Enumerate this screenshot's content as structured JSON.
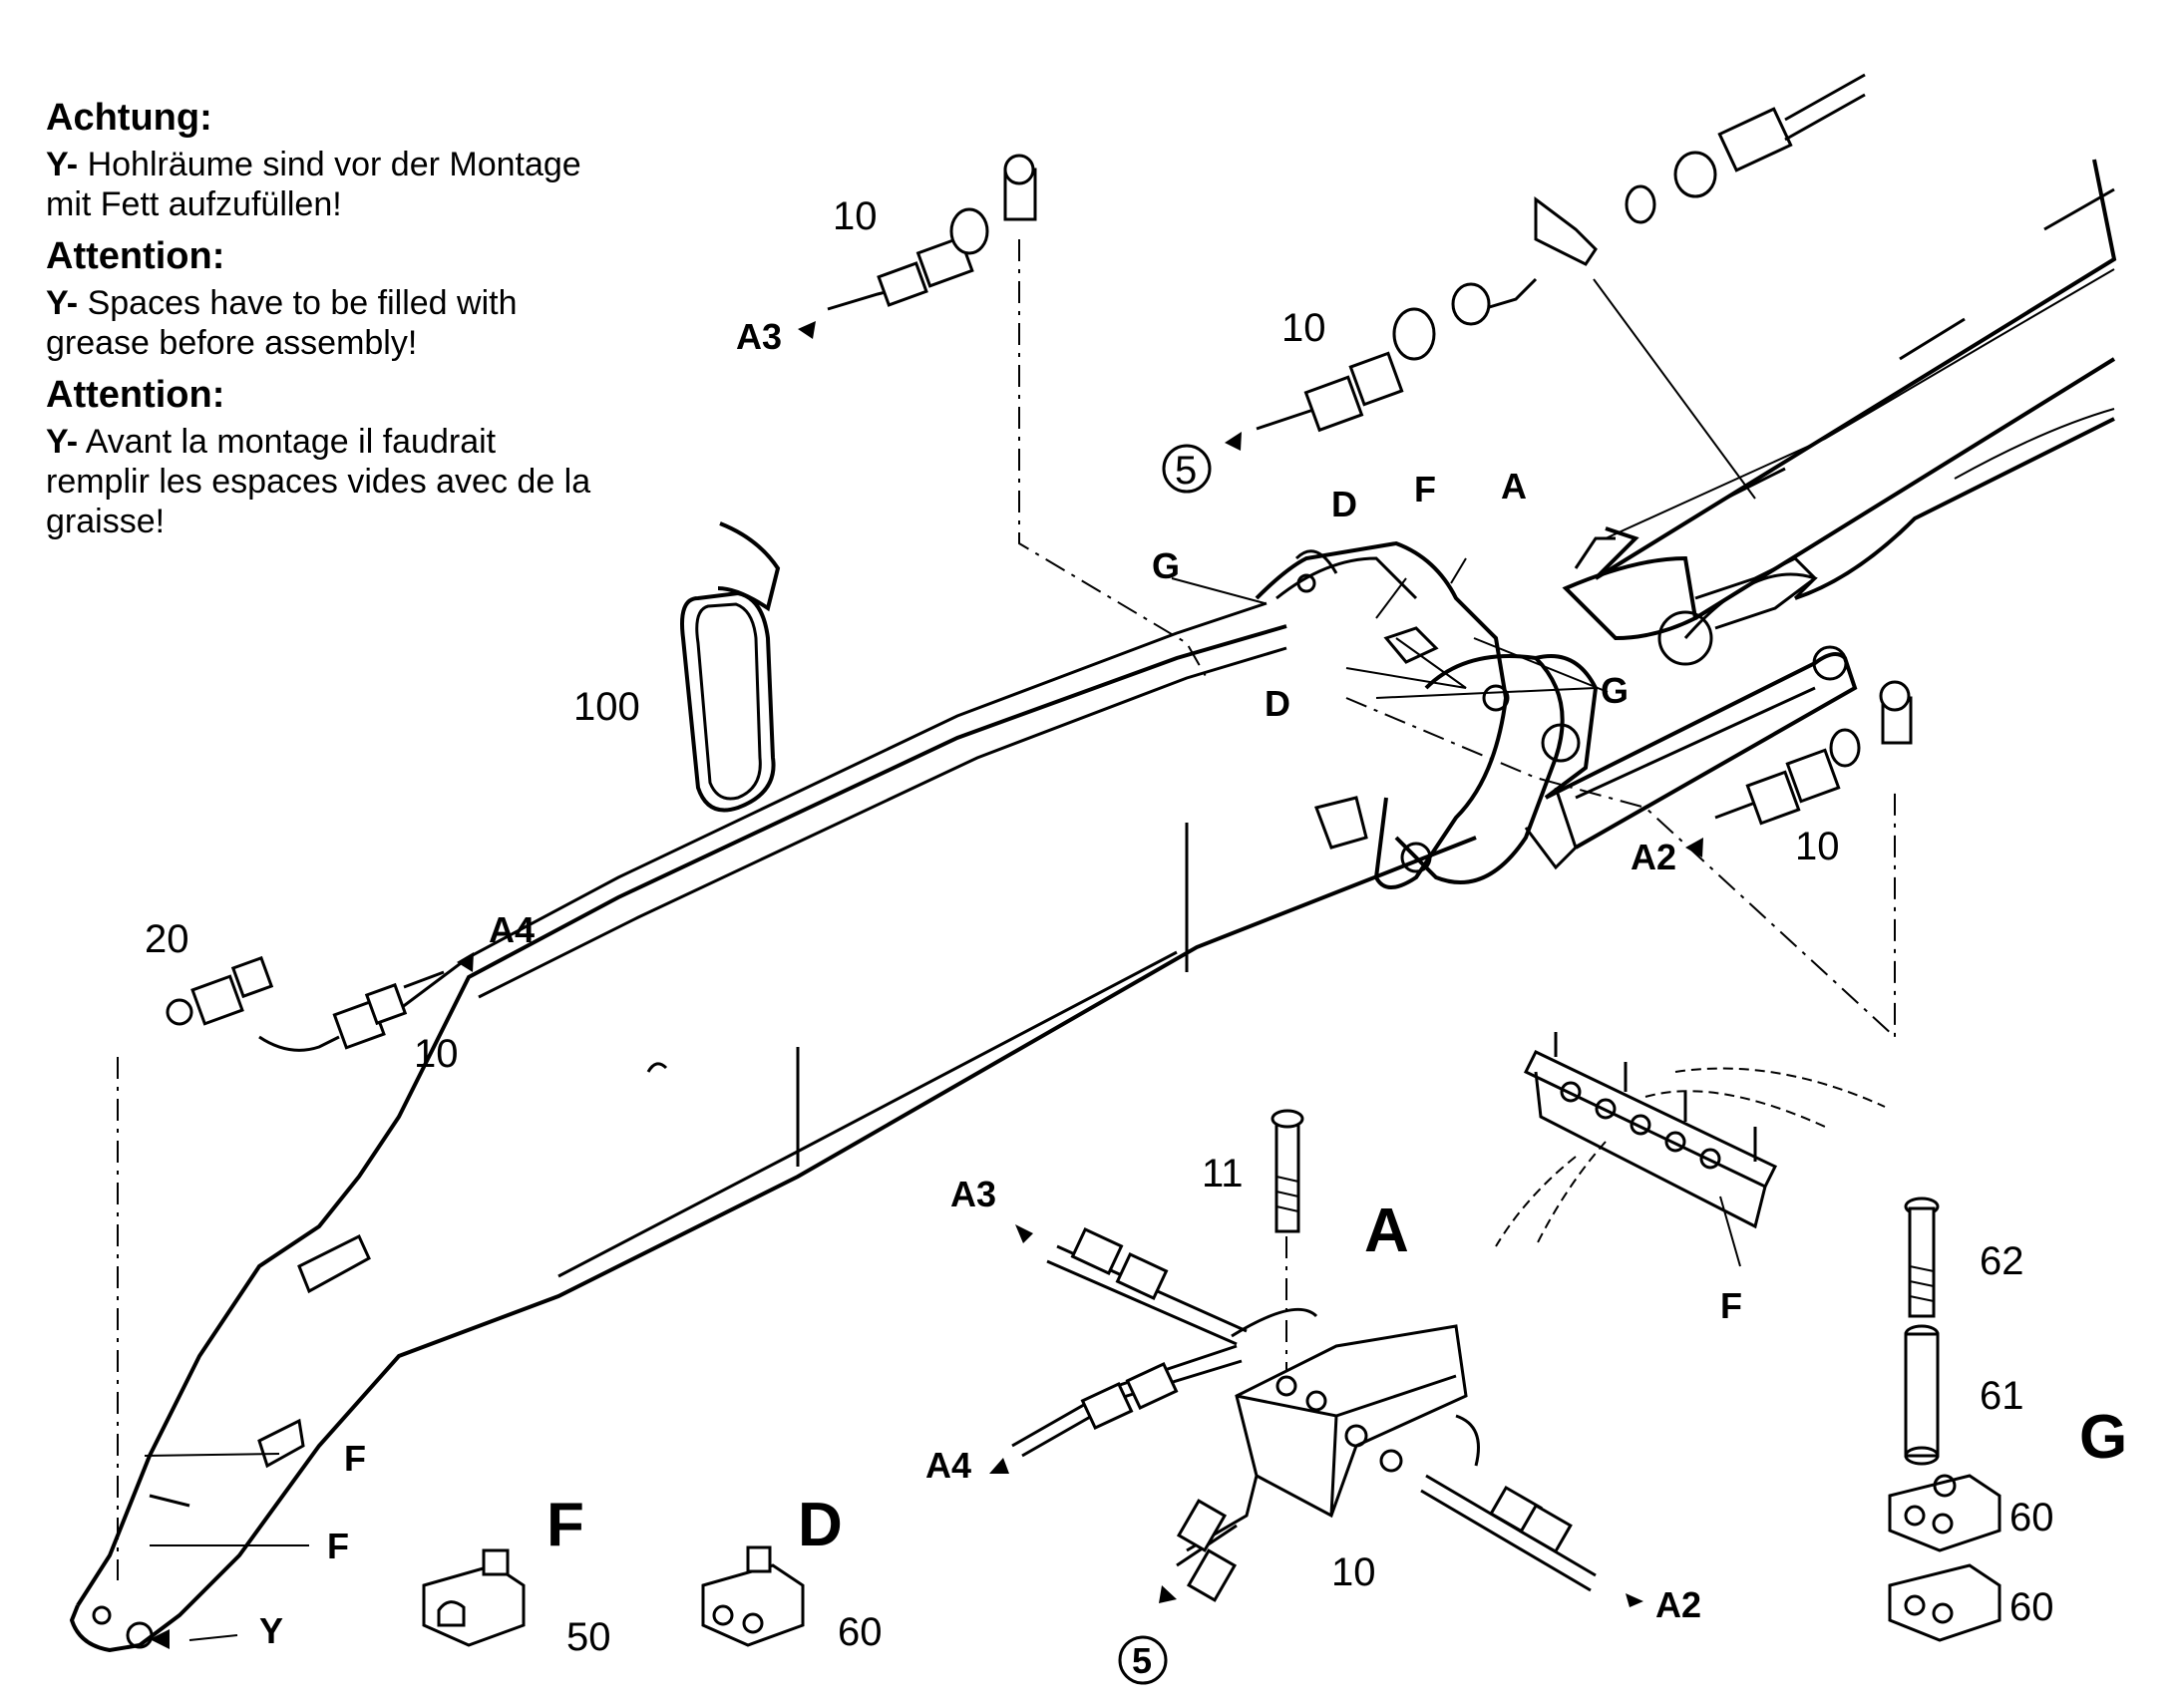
{
  "notes": [
    {
      "heading": "Achtung:",
      "prefix": "Y-",
      "text": " Hohlräume sind vor der Montage mit Fett aufzufüllen!"
    },
    {
      "heading": "Attention:",
      "prefix": "Y-",
      "text": " Spaces have to be filled with grease before assembly!"
    },
    {
      "heading": "Attention:",
      "prefix": "Y-",
      "text": " Avant la montage il faudrait remplir les espaces vides avec de la graisse!"
    }
  ],
  "labels": {
    "part_10_top_left": "10",
    "part_10_top_mid": "10",
    "part_10_right": "10",
    "part_10_left": "10",
    "part_10_block": "10",
    "part_100": "100",
    "part_20": "20",
    "part_11": "11",
    "part_62": "62",
    "part_61": "61",
    "part_60_a": "60",
    "part_60_b": "60",
    "part_60_d": "60",
    "part_50": "50",
    "port_A3_top": "A3",
    "port_A3": "A3",
    "port_A4_top": "A4",
    "port_A4": "A4",
    "port_A2_top": "A2",
    "port_A2": "A2",
    "circle_5_top": "5",
    "circle_5_bottom": "5",
    "letter_D_top": "D",
    "letter_F_top": "F",
    "letter_A_top": "A",
    "letter_G_left": "G",
    "letter_G_right": "G",
    "letter_D_mid": "D",
    "letter_F_boom_1": "F",
    "letter_F_boom_2": "F",
    "letter_Y": "Y",
    "letter_F_rail": "F",
    "detail_A": "A",
    "detail_G": "G",
    "detail_F": "F",
    "detail_D": "D"
  }
}
